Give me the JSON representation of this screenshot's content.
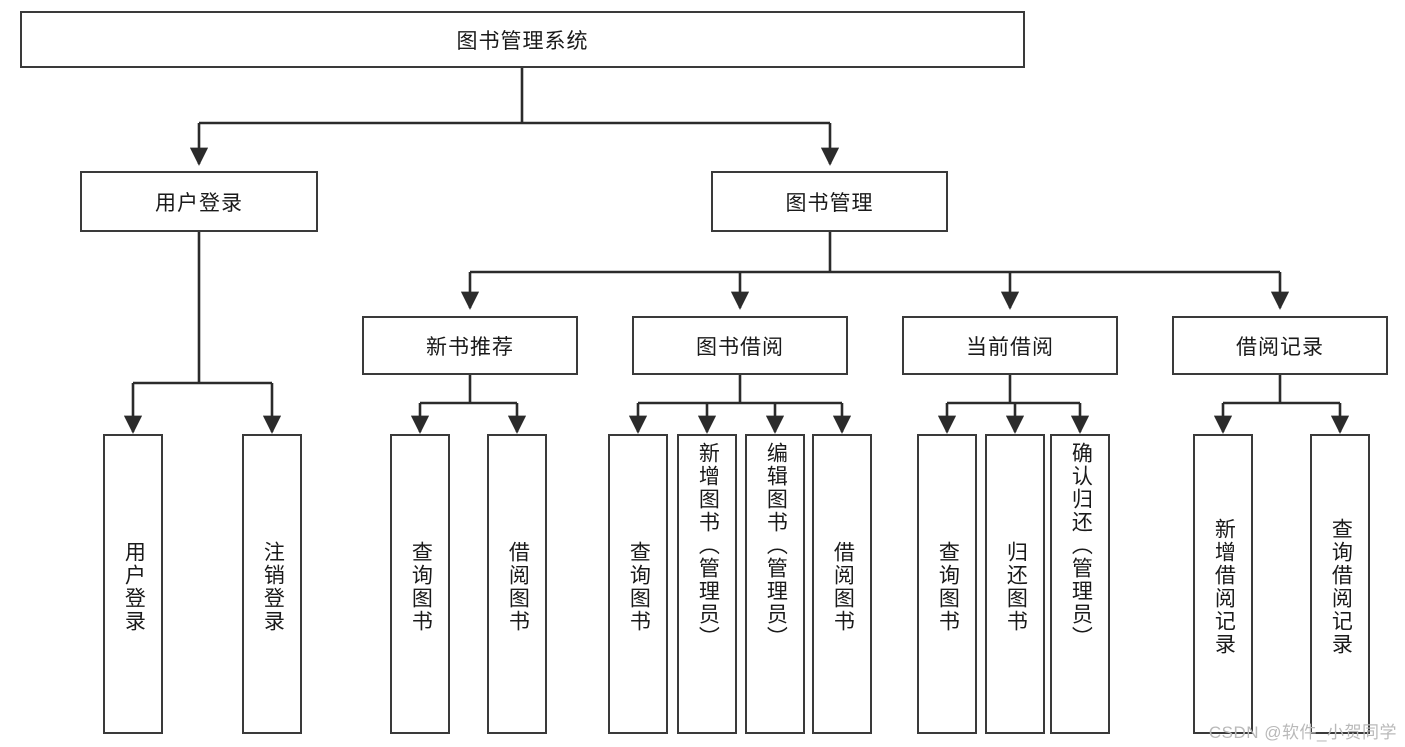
{
  "diagram": {
    "type": "tree",
    "title": "图书管理系统",
    "watermark": "CSDN @软件_小贺同学",
    "style": {
      "box_fill": "#ffffff",
      "box_stroke": "#3a3a3a",
      "connector": "#2b2b2b",
      "text": "#1a1a1a",
      "watermark_color": "#b9b9b9",
      "background": "#ffffff"
    },
    "levels": {
      "root": {
        "label": "图书管理系统"
      },
      "level2": [
        {
          "id": "user-login",
          "label": "用户登录"
        },
        {
          "id": "book-manage",
          "label": "图书管理"
        }
      ],
      "level3": [
        {
          "id": "new-book-rec",
          "label": "新书推荐",
          "parent": "book-manage"
        },
        {
          "id": "book-borrow",
          "label": "图书借阅",
          "parent": "book-manage"
        },
        {
          "id": "current-borrow",
          "label": "当前借阅",
          "parent": "book-manage"
        },
        {
          "id": "borrow-record",
          "label": "借阅记录",
          "parent": "book-manage"
        }
      ],
      "leaves": [
        {
          "id": "leaf-user-login",
          "label": "用户登录",
          "parent": "user-login"
        },
        {
          "id": "leaf-logout",
          "label": "注销登录",
          "parent": "user-login"
        },
        {
          "id": "leaf-query-book-1",
          "label": "查询图书",
          "parent": "new-book-rec"
        },
        {
          "id": "leaf-borrow-book-1",
          "label": "借阅图书",
          "parent": "new-book-rec"
        },
        {
          "id": "leaf-query-book-2",
          "label": "查询图书",
          "parent": "book-borrow"
        },
        {
          "id": "leaf-add-book",
          "label": "新增图书（管理员）",
          "parent": "book-borrow"
        },
        {
          "id": "leaf-edit-book",
          "label": "编辑图书（管理员）",
          "parent": "book-borrow"
        },
        {
          "id": "leaf-borrow-book-2",
          "label": "借阅图书",
          "parent": "book-borrow"
        },
        {
          "id": "leaf-query-book-3",
          "label": "查询图书",
          "parent": "current-borrow"
        },
        {
          "id": "leaf-return-book",
          "label": "归还图书",
          "parent": "current-borrow"
        },
        {
          "id": "leaf-confirm-return",
          "label": "确认归还（管理员）",
          "parent": "current-borrow"
        },
        {
          "id": "leaf-add-record",
          "label": "新增借阅记录",
          "parent": "borrow-record"
        },
        {
          "id": "leaf-query-record",
          "label": "查询借阅记录",
          "parent": "borrow-record"
        }
      ]
    }
  }
}
